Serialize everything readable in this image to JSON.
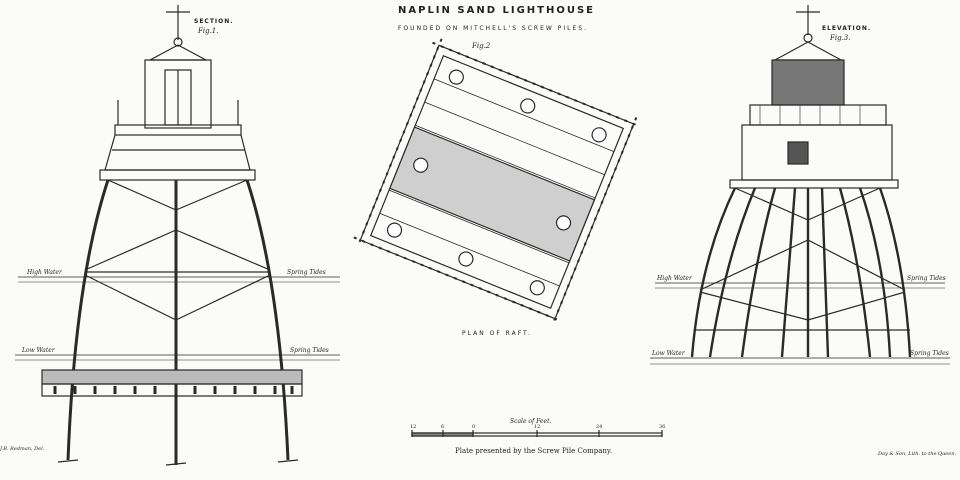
{
  "title": "NAPLIN SAND LIGHTHOUSE",
  "subtitle": "FOUNDED ON MITCHELL'S SCREW PILES.",
  "figures": {
    "fig1": {
      "heading": "SECTION.",
      "label": "Fig.1."
    },
    "fig2": {
      "label": "Fig.2",
      "caption": "PLAN OF RAFT."
    },
    "fig3": {
      "heading": "ELEVATION.",
      "label": "Fig.3."
    }
  },
  "water_labels": {
    "high_water": "High Water",
    "low_water": "Low Water",
    "spring_tides": "Spring Tides"
  },
  "scale": {
    "title": "Scale of Feet.",
    "ticks": [
      "12",
      "6",
      "0",
      "12",
      "24",
      "36"
    ]
  },
  "credits": {
    "draughtsman": "J.B. Redman, Del.",
    "presented": "Plate presented by the Screw Pile Company.",
    "lithographer": "Day & Son, Lith. to the Queen."
  },
  "colors": {
    "ink": "#222222",
    "paper": "#fbfbf9"
  }
}
